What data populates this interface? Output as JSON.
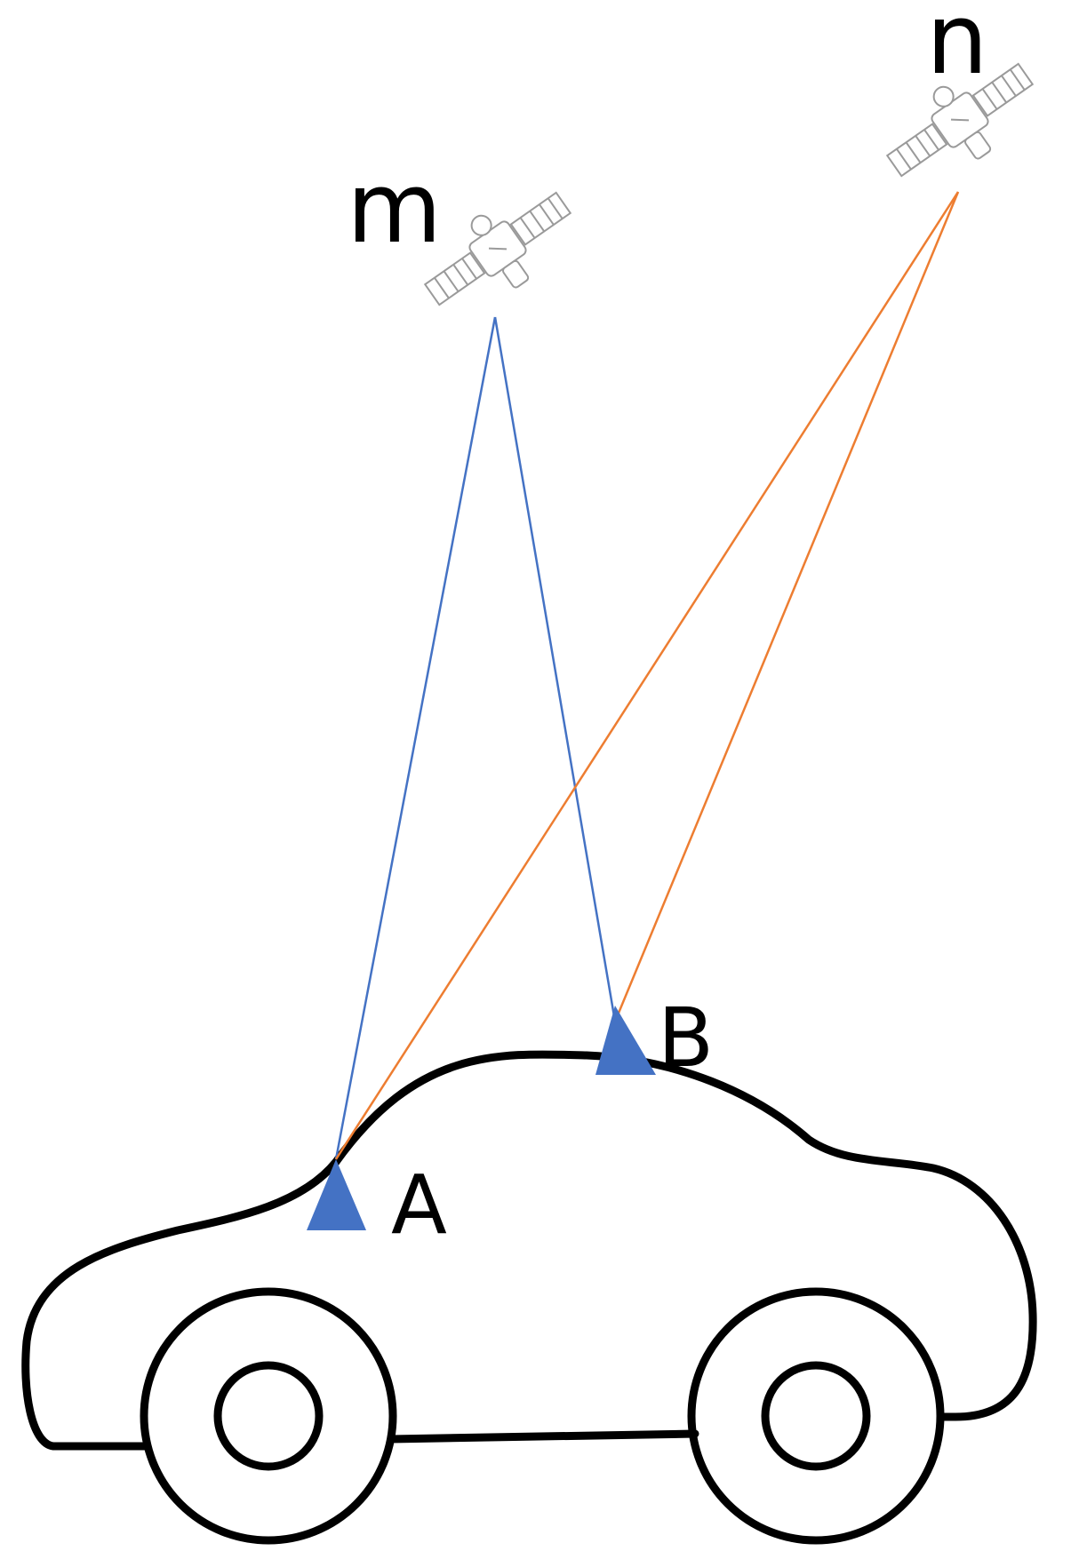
{
  "satellites": {
    "m": {
      "label": "m",
      "icon": "satellite-icon"
    },
    "n": {
      "label": "n",
      "icon": "satellite-icon"
    }
  },
  "antennas": {
    "a": {
      "label": "A",
      "icon": "triangle-marker-icon"
    },
    "b": {
      "label": "B",
      "icon": "triangle-marker-icon"
    }
  },
  "colors": {
    "satellite_m_rays": "#4472c4",
    "satellite_n_rays": "#ed7d31",
    "antenna_marker": "#4472c4",
    "car_outline": "#000000"
  }
}
